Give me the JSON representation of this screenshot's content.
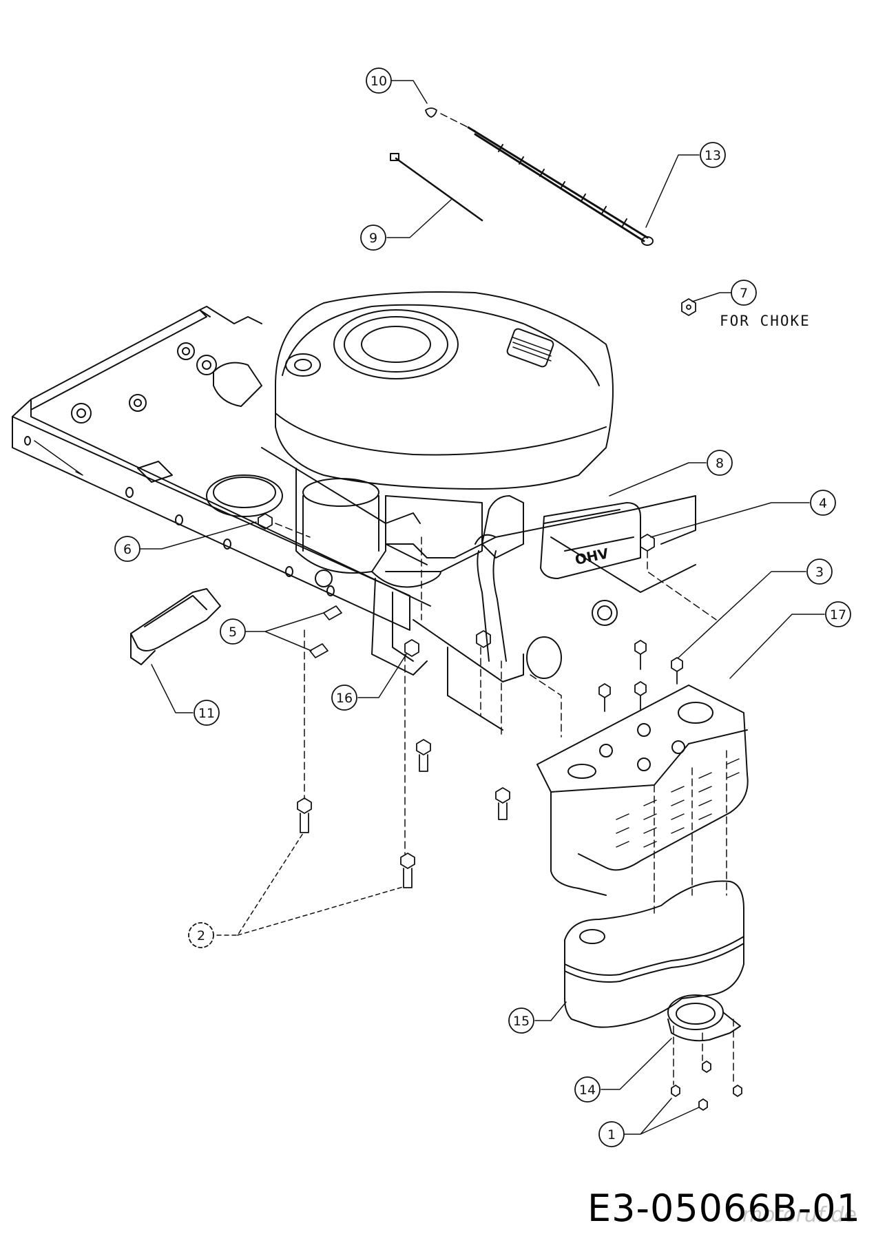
{
  "diagram": {
    "callouts": [
      {
        "id": "c1",
        "label": "1"
      },
      {
        "id": "c2",
        "label": "2"
      },
      {
        "id": "c3",
        "label": "3"
      },
      {
        "id": "c4",
        "label": "4"
      },
      {
        "id": "c5",
        "label": "5"
      },
      {
        "id": "c6",
        "label": "6"
      },
      {
        "id": "c7",
        "label": "7"
      },
      {
        "id": "c8",
        "label": "8"
      },
      {
        "id": "c9",
        "label": "9"
      },
      {
        "id": "c10",
        "label": "10"
      },
      {
        "id": "c11",
        "label": "11"
      },
      {
        "id": "c13",
        "label": "13"
      },
      {
        "id": "c14",
        "label": "14"
      },
      {
        "id": "c15",
        "label": "15"
      },
      {
        "id": "c16",
        "label": "16"
      },
      {
        "id": "c17",
        "label": "17"
      }
    ],
    "note_choke": "FOR CHOKE",
    "engine_brand": "OHV",
    "drawing_number": "E3-05066B-01",
    "watermark": "motoruf.de"
  },
  "colors": {
    "line": "#111111",
    "background": "#ffffff"
  }
}
